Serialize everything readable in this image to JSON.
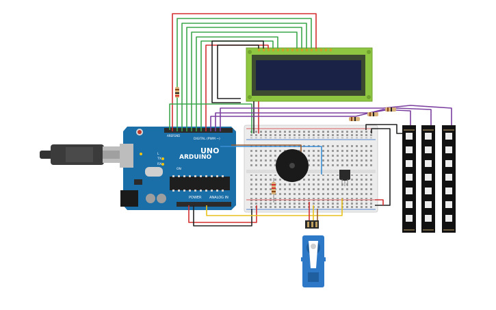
{
  "arduino": {
    "logo_text": "ARDUINO",
    "model_text": "UNO",
    "digital_label": "DIGITAL (PWM ~)",
    "power_label": "POWER",
    "analog_label": "ANALOG IN",
    "led_labels": [
      "L",
      "TX",
      "RX",
      "ON"
    ],
    "aref_label": "AREF",
    "gnd_label": "GND"
  },
  "colors": {
    "board": "#1b6fa8",
    "breadboard": "#ececec",
    "lcd_pcb": "#8ec641",
    "lcd_screen": "#1a2245",
    "wire_red": "#d32f2f",
    "wire_green": "#3aa64a",
    "wire_black": "#222222",
    "wire_purple": "#7b3fa0",
    "wire_yellow": "#e8c21c",
    "wire_blue": "#3a8fd6",
    "wire_brown": "#9a5a2a",
    "servo": "#2e79c7",
    "neopixel_strip": "#111111"
  },
  "components": [
    "arduino-uno",
    "breadboard",
    "lcd-16x2",
    "piezo-buzzer",
    "temperature-sensor",
    "resistor",
    "micro-servo",
    "neopixel-strip"
  ]
}
